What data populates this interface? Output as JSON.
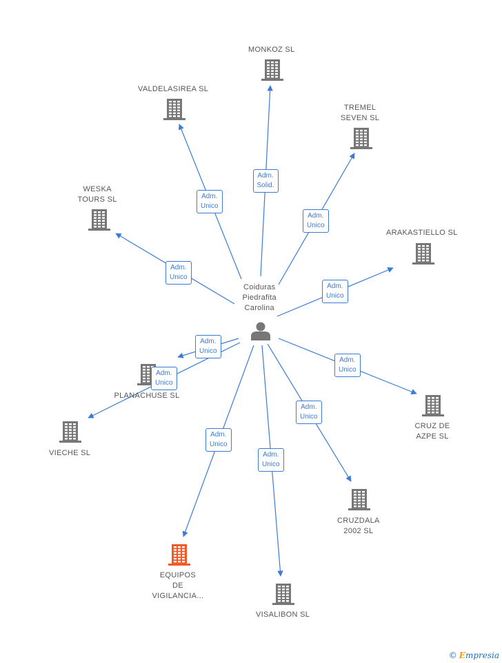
{
  "center": {
    "label": "Coiduras\nPiedrafita\nCarolina",
    "icon": "person-icon",
    "color": "#777777"
  },
  "nodes": [
    {
      "id": "monkoz",
      "label": "MONKOZ SL",
      "icon": "building-icon",
      "color": "#777777"
    },
    {
      "id": "valdelasirea",
      "label": "VALDELASIREA SL",
      "icon": "building-icon",
      "color": "#777777"
    },
    {
      "id": "tremel",
      "label": "TREMEL\nSEVEN  SL",
      "icon": "building-icon",
      "color": "#777777"
    },
    {
      "id": "weska",
      "label": "WESKA\nTOURS SL",
      "icon": "building-icon",
      "color": "#777777"
    },
    {
      "id": "arakastiello",
      "label": "ARAKASTIELLO SL",
      "icon": "building-icon",
      "color": "#777777"
    },
    {
      "id": "planachuse",
      "label": "PLANACHUSE SL",
      "icon": "building-icon",
      "color": "#777777"
    },
    {
      "id": "vieche",
      "label": "VIECHE SL",
      "icon": "building-icon",
      "color": "#777777"
    },
    {
      "id": "cruzdeazpe",
      "label": "CRUZ DE\nAZPE SL",
      "icon": "building-icon",
      "color": "#777777"
    },
    {
      "id": "cruzdala",
      "label": "CRUZDALA\n2002 SL",
      "icon": "building-icon",
      "color": "#777777"
    },
    {
      "id": "equipos",
      "label": "EQUIPOS\nDE\nVIGILANCIA...",
      "icon": "building-icon",
      "color": "#f05a28"
    },
    {
      "id": "visalibon",
      "label": "VISALIBON SL",
      "icon": "building-icon",
      "color": "#777777"
    }
  ],
  "edges": [
    {
      "to": "monkoz",
      "label": "Adm.\nSolid."
    },
    {
      "to": "valdelasirea",
      "label": "Adm.\nUnico"
    },
    {
      "to": "tremel",
      "label": "Adm.\nUnico"
    },
    {
      "to": "weska",
      "label": "Adm.\nUnico"
    },
    {
      "to": "arakastiello",
      "label": "Adm.\nUnico"
    },
    {
      "to": "planachuse",
      "label": "Adm.\nUnico"
    },
    {
      "to": "vieche",
      "label": "Adm.\nUnico"
    },
    {
      "to": "cruzdeazpe",
      "label": "Adm.\nUnico"
    },
    {
      "to": "cruzdala",
      "label": "Adm.\nUnico"
    },
    {
      "to": "equipos",
      "label": "Adm.\nUnico"
    },
    {
      "to": "visalibon",
      "label": "Adm.\nUnico"
    }
  ],
  "colors": {
    "edge": "#3a7bd5",
    "node": "#777777",
    "highlight": "#f05a28"
  },
  "footer": {
    "copyright": "©",
    "brand_initial": "E",
    "brand_rest": "mpresia"
  }
}
